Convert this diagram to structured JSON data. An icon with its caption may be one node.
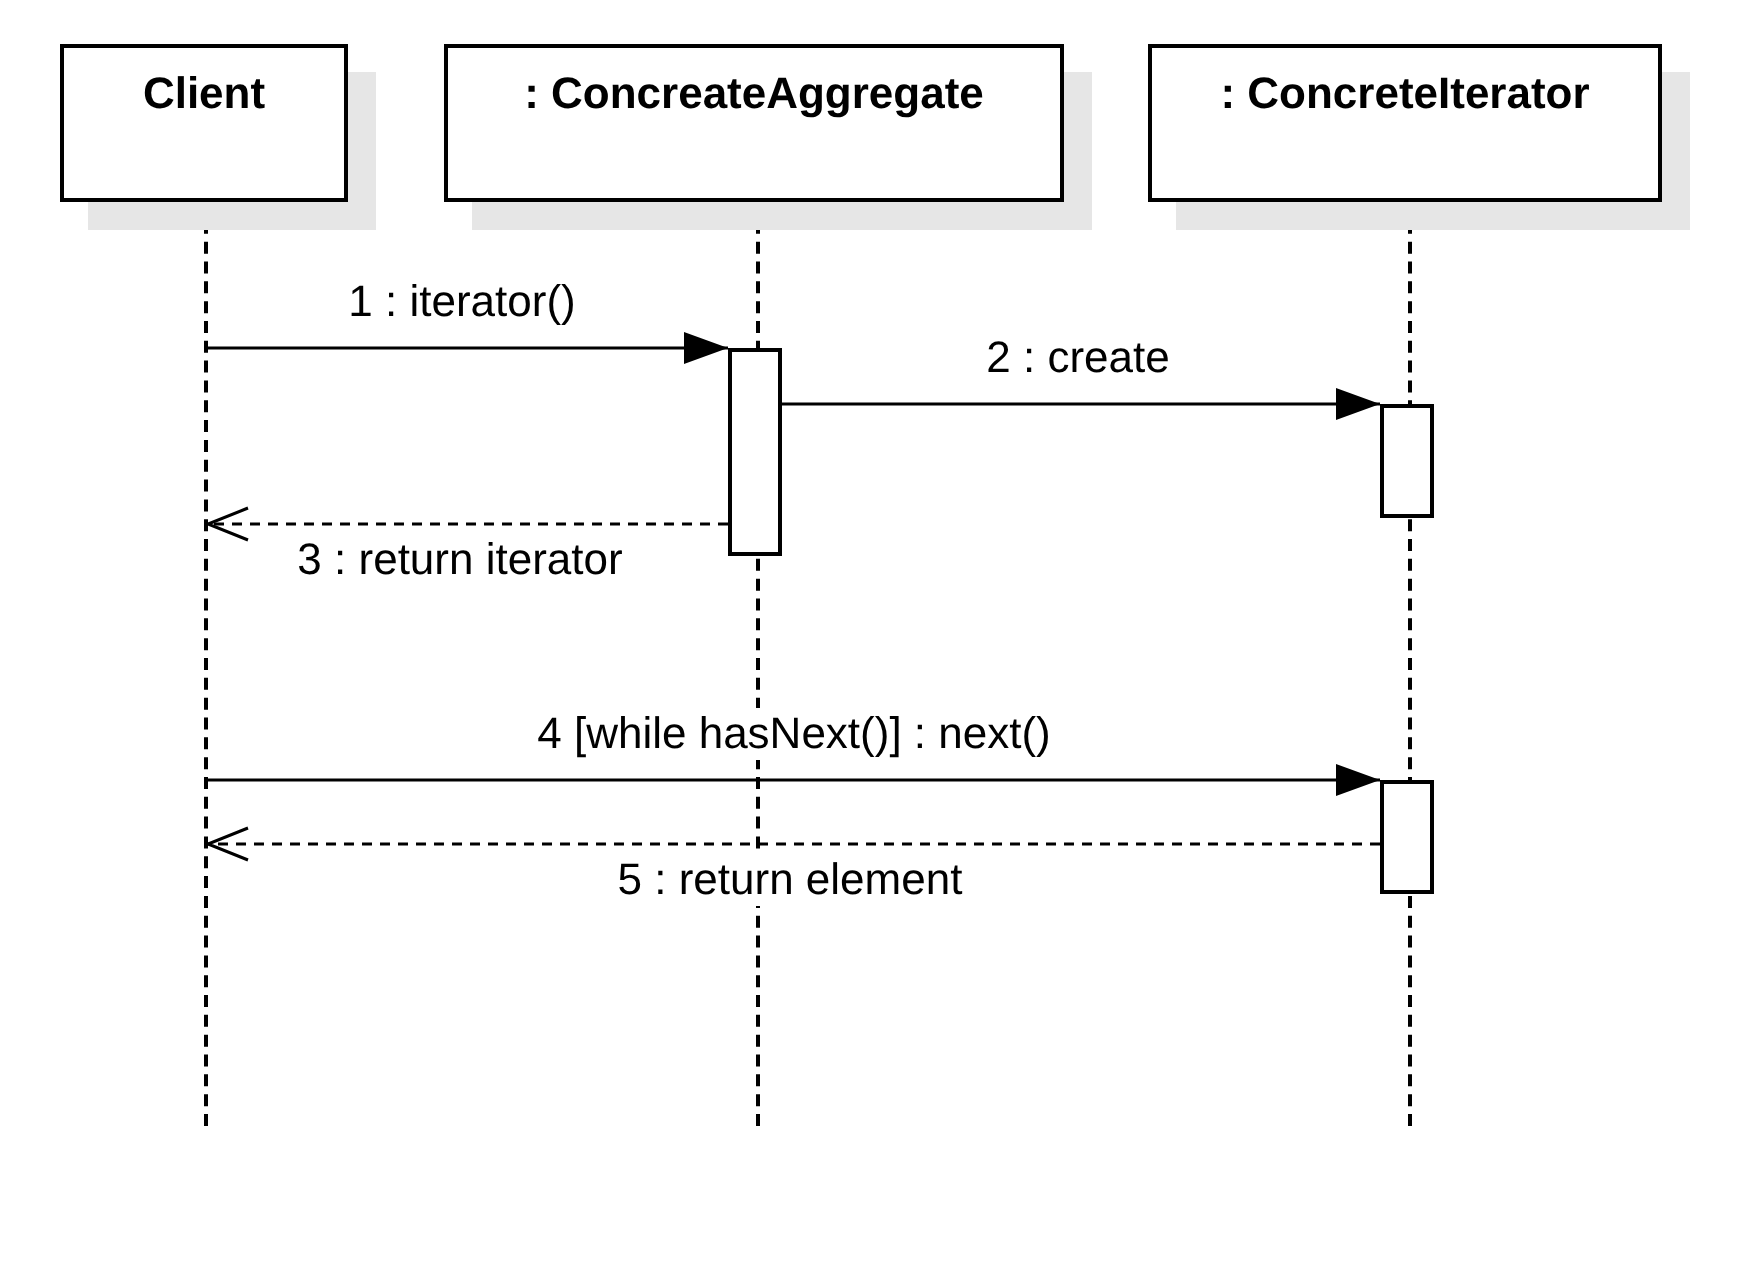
{
  "diagram": {
    "nodes": [
      {
        "text": [
          "Client"
        ]
      },
      {
        "text": [],
        "shape": "lifeline"
      },
      {
        "text": [
          ": ConcreateAggregate"
        ]
      },
      {
        "text": [],
        "shape": "lifeline"
      },
      {
        "text": [
          ": ConcreteIterator"
        ]
      },
      {
        "text": [],
        "shape": "lifeline"
      },
      {
        "text": [],
        "shape": "bar"
      },
      {
        "text": [],
        "shape": "bar"
      },
      {
        "text": [],
        "shape": "bar"
      }
    ],
    "edges": [
      {
        "from": 1,
        "to": 6,
        "arrow": "to",
        "label": "1 : iterator()"
      },
      {
        "from": 6,
        "to": 7,
        "arrow": "to",
        "label": "2 : create"
      },
      {
        "from": 6,
        "to": 1,
        "arrow": "to",
        "label": "3 : return iterator",
        "style": "dashed"
      },
      {
        "from": 1,
        "to": 8,
        "arrow": "to",
        "label": "4 [while hasNext()] : next()"
      },
      {
        "from": 8,
        "to": 1,
        "arrow": "to",
        "label": "5 : return element",
        "style": "dashed"
      }
    ]
  }
}
